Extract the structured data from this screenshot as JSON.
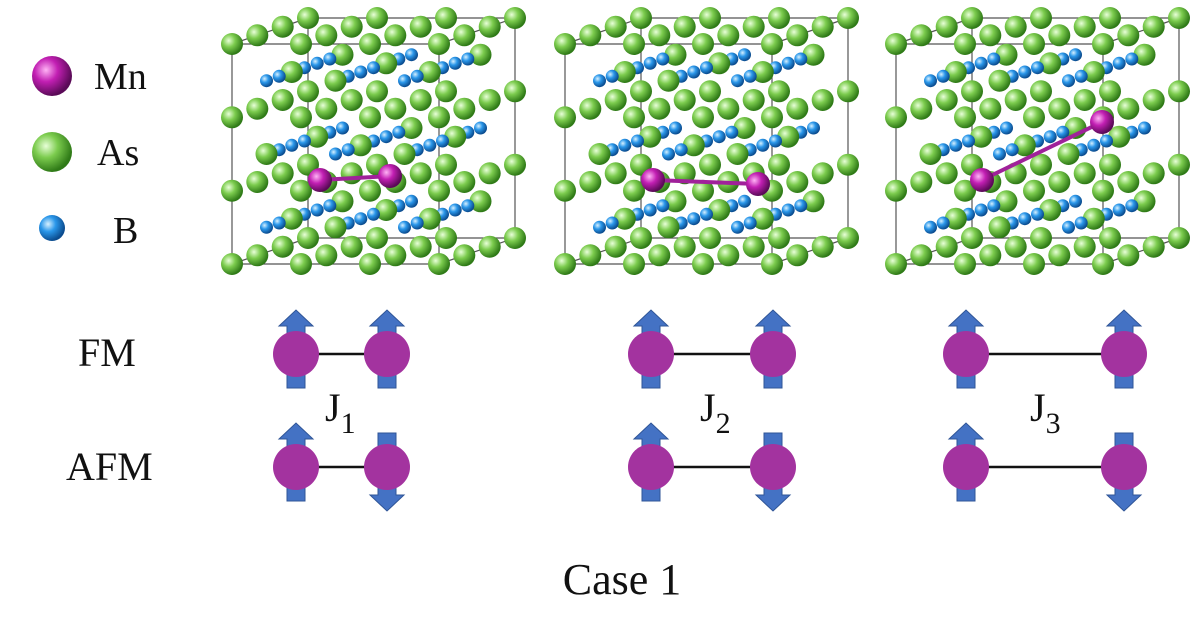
{
  "legend": [
    {
      "symbol": "Mn",
      "color": "#b01fa6"
    },
    {
      "symbol": "As",
      "color": "#5fbf3a"
    },
    {
      "symbol": "B",
      "color": "#1d8be0"
    }
  ],
  "configs": {
    "fm_label": "FM",
    "afm_label": "AFM"
  },
  "couplings": [
    {
      "letter": "J",
      "sub": "1"
    },
    {
      "letter": "J",
      "sub": "2"
    },
    {
      "letter": "J",
      "sub": "3"
    }
  ],
  "caption": "Case 1",
  "colors": {
    "mn": "#a3339f",
    "spin_arrow": "#4472c4",
    "bond": "#111111",
    "as_atom": "#6cc24a",
    "b_atom": "#1e8fe5",
    "cell_edge": "#555555"
  }
}
